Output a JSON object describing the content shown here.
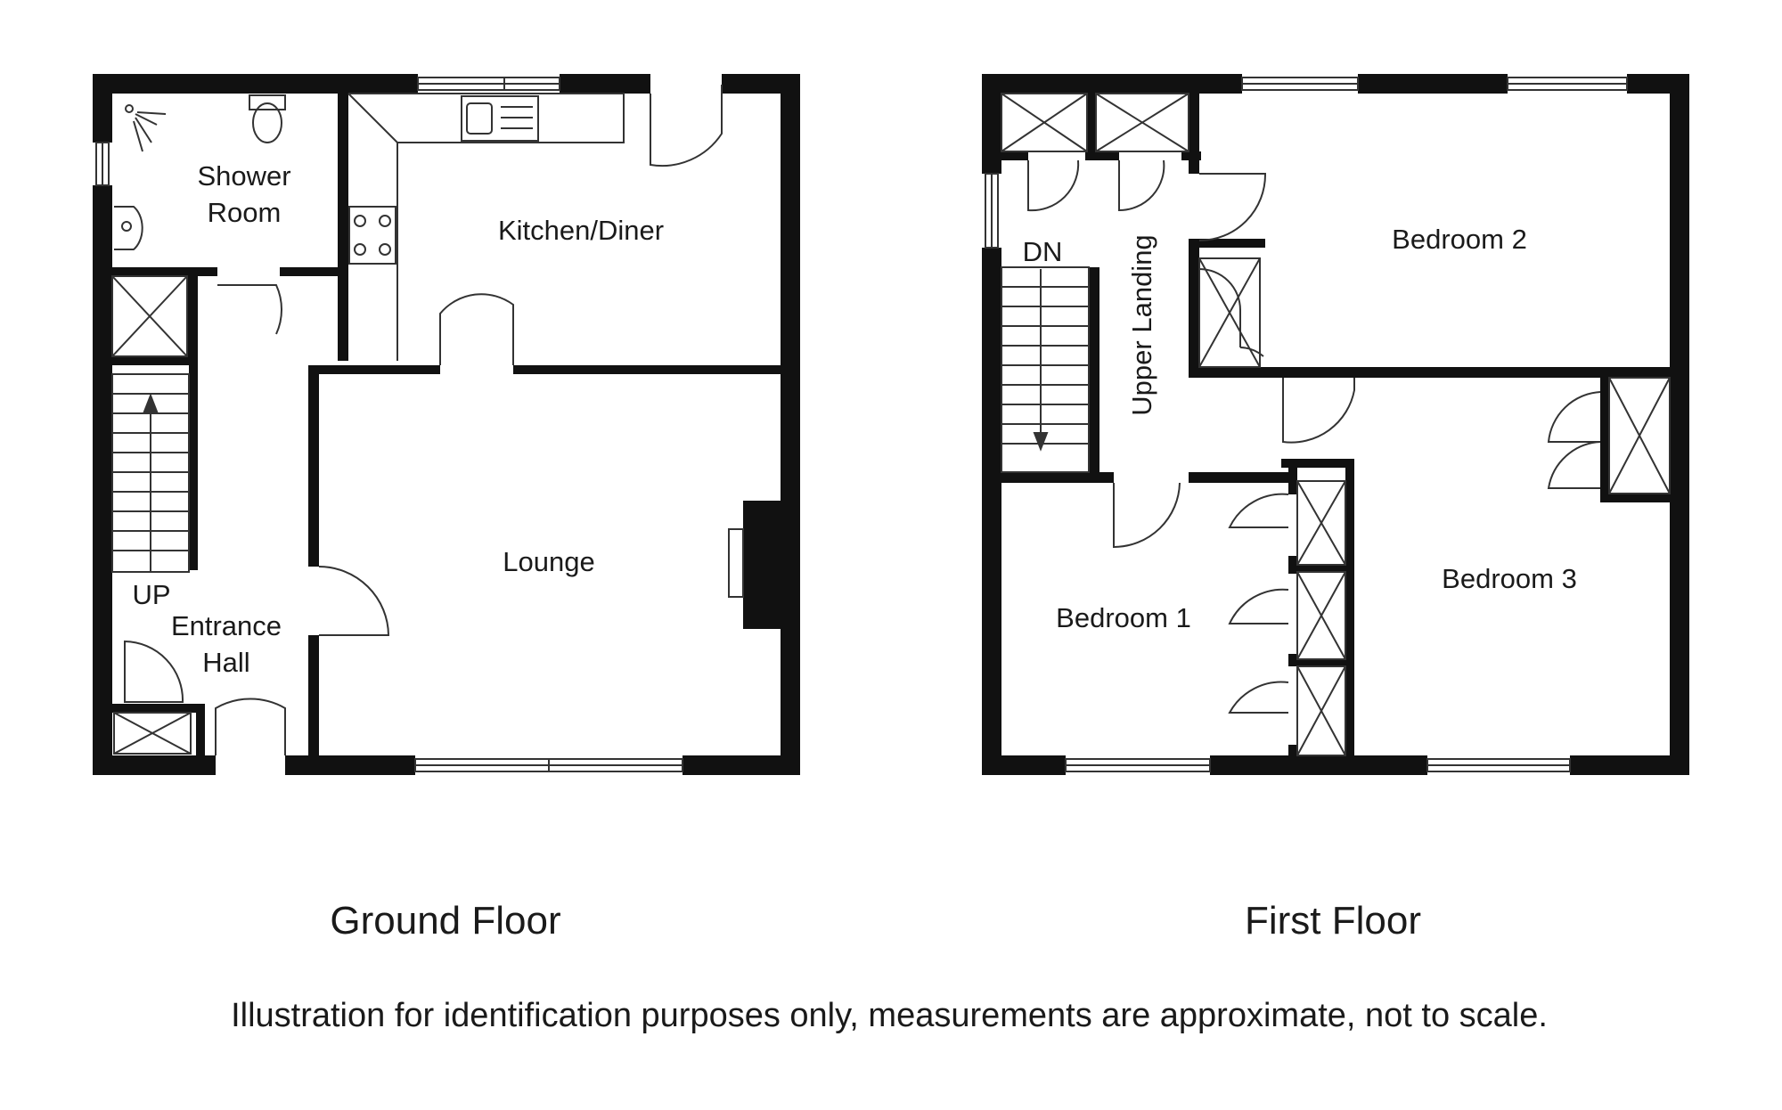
{
  "floors": {
    "ground": {
      "title": "Ground Floor",
      "rooms": {
        "shower_room_1": "Shower",
        "shower_room_2": "Room",
        "kitchen": "Kitchen/Diner",
        "lounge": "Lounge",
        "hall_1": "Entrance",
        "hall_2": "Hall",
        "stairs": "UP"
      }
    },
    "first": {
      "title": "First Floor",
      "rooms": {
        "landing": "Upper Landing",
        "stairs": "DN",
        "bedroom_1": "Bedroom 1",
        "bedroom_2": "Bedroom 2",
        "bedroom_3": "Bedroom 3"
      }
    }
  },
  "disclaimer": "Illustration for identification purposes only, measurements are approximate, not to scale."
}
